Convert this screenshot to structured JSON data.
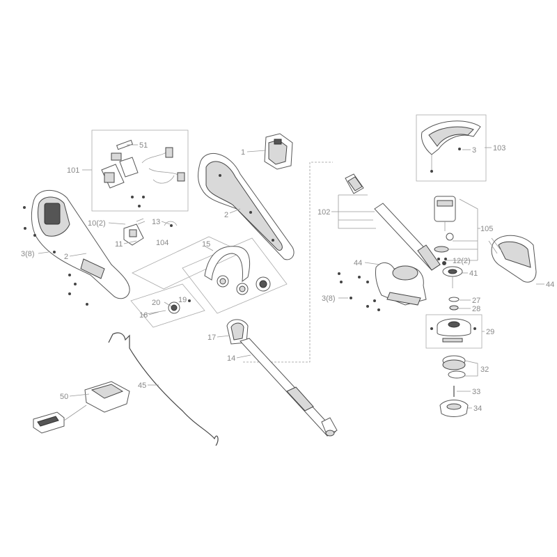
{
  "labels": {
    "l1": "1",
    "l2a": "2",
    "l2b": "2",
    "l3a": "3",
    "l3b": "3(8)",
    "l3c": "3(8)",
    "l10": "10(2)",
    "l11": "11",
    "l12": "12(2)",
    "l13": "13",
    "l14": "14",
    "l15": "15",
    "l16": "16",
    "l17": "17",
    "l19": "19",
    "l20": "20",
    "l27": "27",
    "l28": "28",
    "l29": "29",
    "l32": "32",
    "l33": "33",
    "l34": "34",
    "l41": "41",
    "l44a": "44",
    "l44b": "44",
    "l45": "45",
    "l50": "50",
    "l51": "51",
    "l101": "101",
    "l102": "102",
    "l103": "103",
    "l104": "104",
    "l105": "105"
  },
  "colors": {
    "line": "#999999",
    "label": "#888888",
    "part_outline": "#444444"
  }
}
